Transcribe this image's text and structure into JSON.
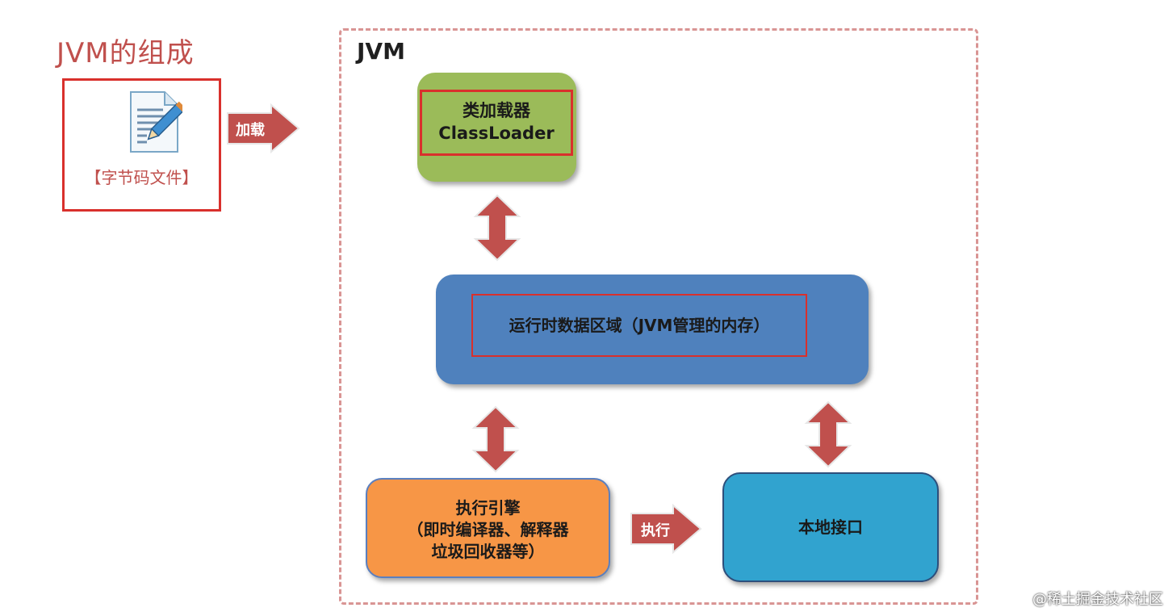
{
  "title": "JVM的组成",
  "bytecode_file": {
    "label": "【字节码文件】",
    "icon": "document-edit-icon"
  },
  "load_arrow": {
    "label": "加载"
  },
  "jvm": {
    "title": "JVM",
    "classloader": {
      "line1": "类加载器",
      "line2": "ClassLoader"
    },
    "runtime_data_area": {
      "label": "运行时数据区域（JVM管理的内存）"
    },
    "execution_engine": {
      "line1": "执行引擎",
      "line2": "（即时编译器、解释器",
      "line3": "垃圾回收器等）"
    },
    "execute_arrow": {
      "label": "执行"
    },
    "native_interface": {
      "label": "本地接口"
    }
  },
  "watermark": "@稀土掘金技术社区",
  "colors": {
    "accent_red": "#d9302c",
    "title_red": "#c0504d",
    "classloader_green": "#9bbb59",
    "runtime_blue": "#4f81bd",
    "engine_orange": "#f79646",
    "native_cyan": "#31a3cf",
    "arrow_red": "#c0504d"
  }
}
